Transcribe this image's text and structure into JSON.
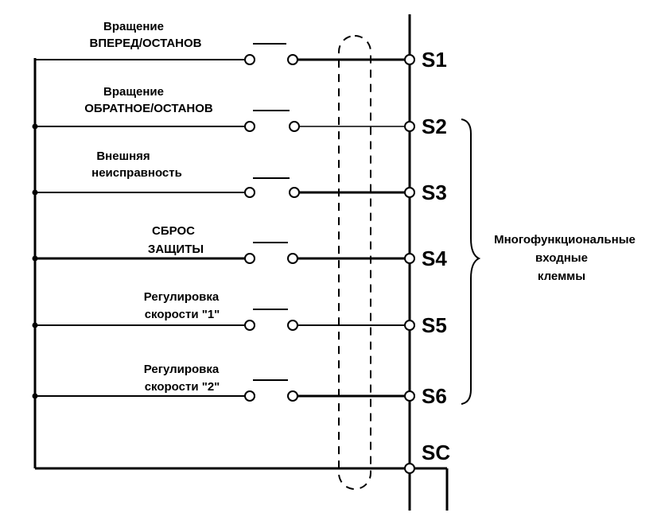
{
  "diagram": {
    "rows": [
      {
        "label_lines": [
          "Вращение",
          "ВПЕРЕД/ОСТАНОВ"
        ],
        "terminal": "S1"
      },
      {
        "label_lines": [
          "Вращение",
          "ОБРАТНОЕ/ОСТАНОВ"
        ],
        "terminal": "S2"
      },
      {
        "label_lines": [
          "Внешняя",
          "неисправность"
        ],
        "terminal": "S3"
      },
      {
        "label_lines": [
          "СБРОС",
          "ЗАЩИТЫ"
        ],
        "terminal": "S4"
      },
      {
        "label_lines": [
          "Регулировка",
          "скорости  \"1\""
        ],
        "terminal": "S5"
      },
      {
        "label_lines": [
          "Регулировка",
          "скорости  \"2\""
        ],
        "terminal": "S6"
      }
    ],
    "common_terminal": "SC",
    "group_label_lines": [
      "Многофункциональные",
      "входные",
      "клеммы"
    ]
  }
}
